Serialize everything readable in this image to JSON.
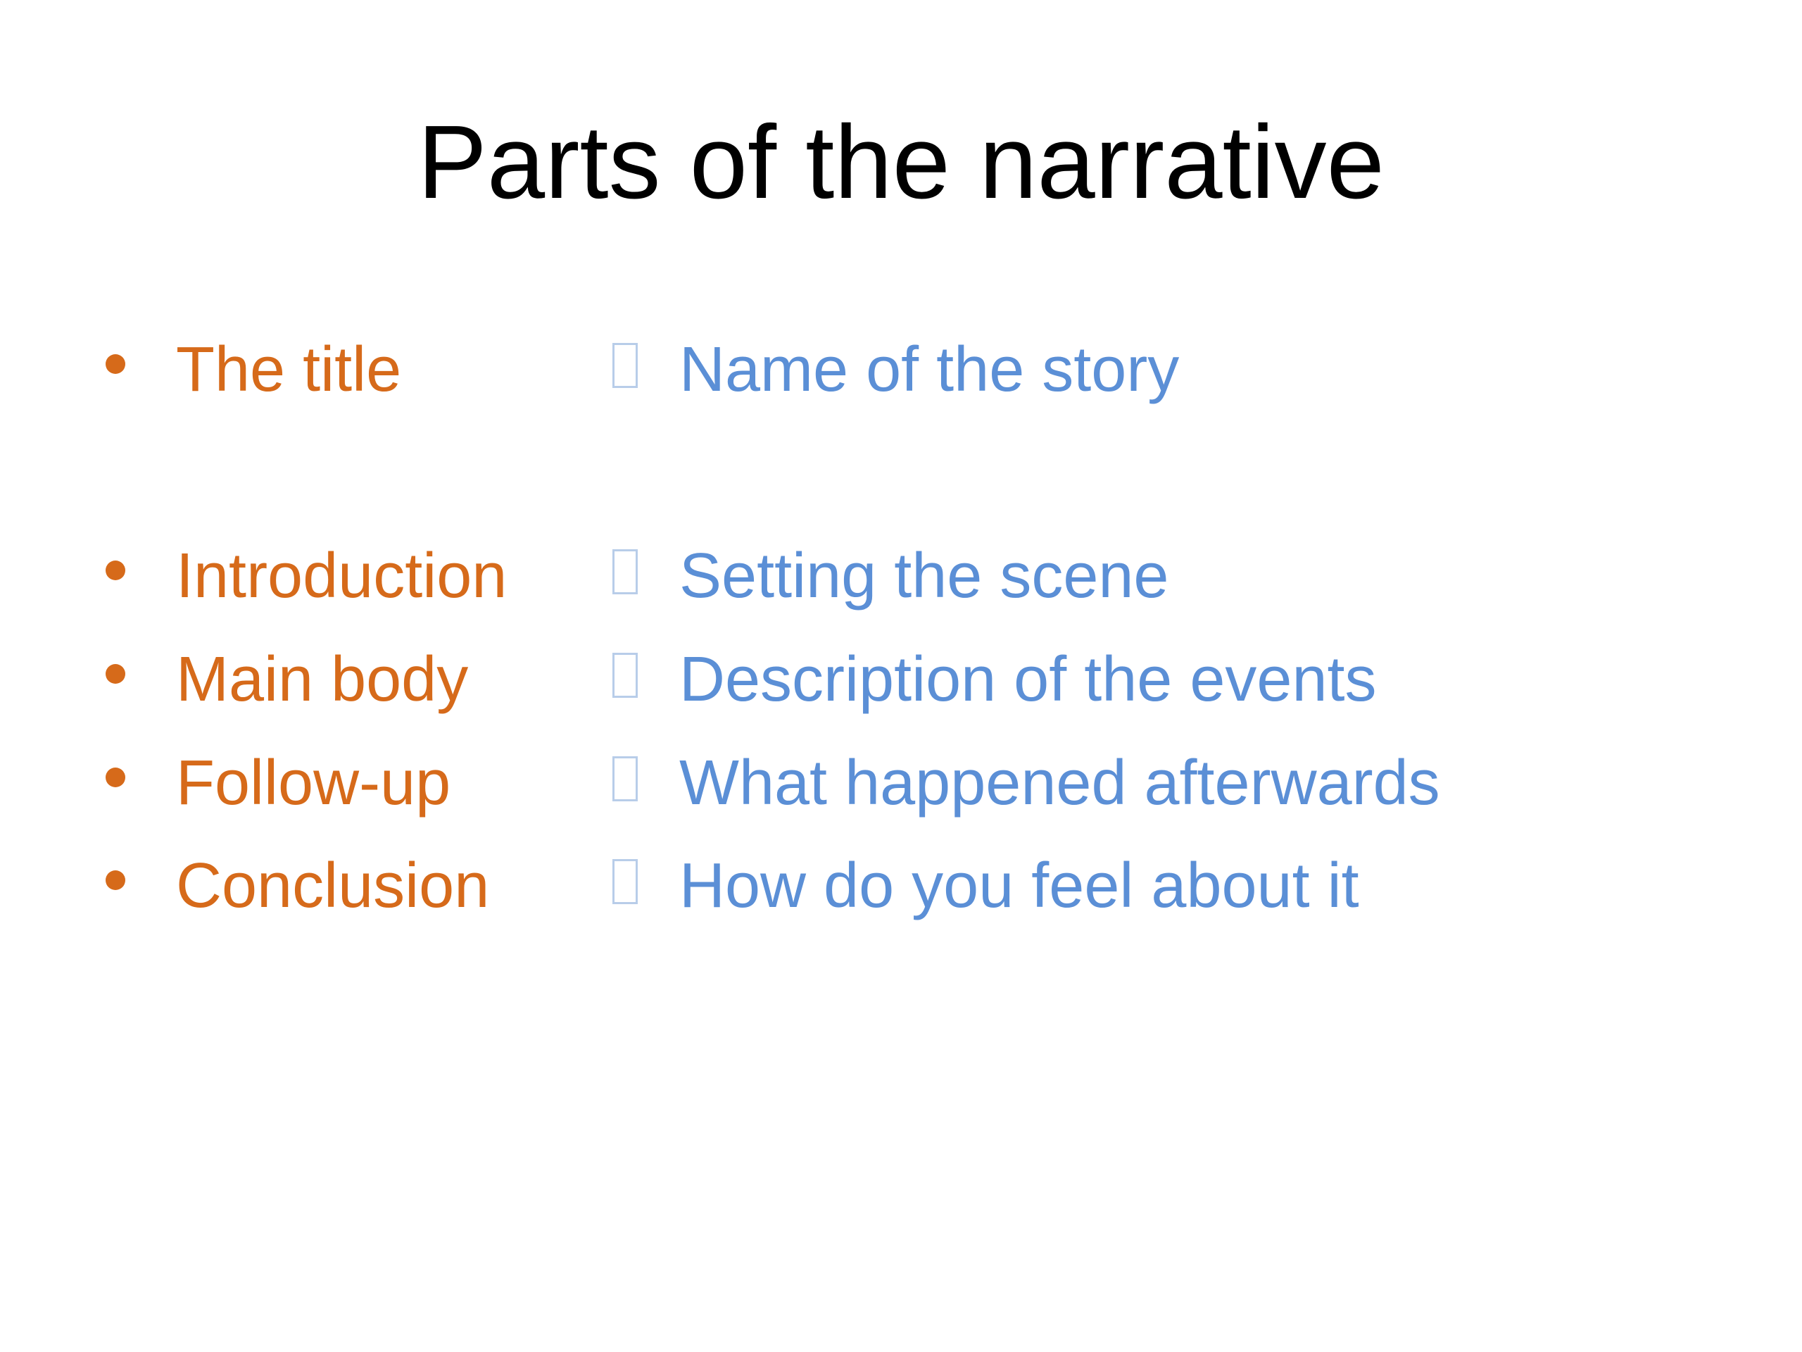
{
  "slide": {
    "title": "Parts of the narrative",
    "colors": {
      "term": "#d66a1a",
      "description": "#5b8fd6",
      "box_icon": "#b8cde9",
      "title": "#000000"
    },
    "items": [
      {
        "term": "The title",
        "description": "Name of the story",
        "icon": "square-box-icon"
      },
      {
        "term": "Introduction",
        "description": "Setting the scene",
        "icon": "square-box-icon"
      },
      {
        "term": "Main body",
        "description": "Description of the events",
        "icon": "square-box-icon"
      },
      {
        "term": "Follow-up",
        "description": "What happened afterwards",
        "icon": "square-box-icon"
      },
      {
        "term": "Conclusion",
        "description": "How do you feel about it",
        "icon": "square-box-icon"
      }
    ]
  }
}
